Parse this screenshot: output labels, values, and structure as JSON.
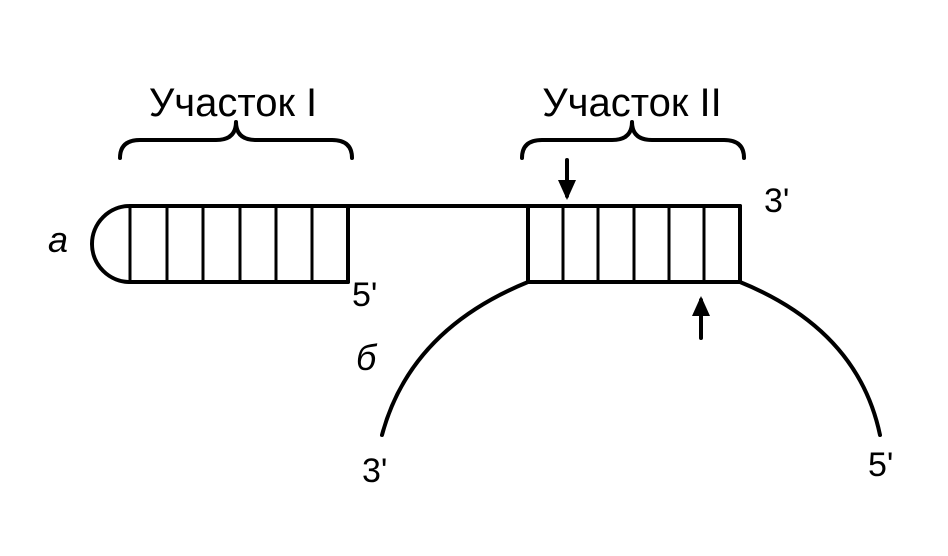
{
  "regions": {
    "region_1": {
      "label": "Участок I",
      "pairs": 6
    },
    "region_2": {
      "label": "Участок II",
      "pairs": 6
    }
  },
  "strand_a": {
    "label": "а",
    "end_3": "3'",
    "end_5": "5'"
  },
  "strand_b": {
    "label": "б",
    "end_3": "3'",
    "end_5": "5'"
  },
  "colors": {
    "line": "#000000",
    "background": "#ffffff"
  }
}
